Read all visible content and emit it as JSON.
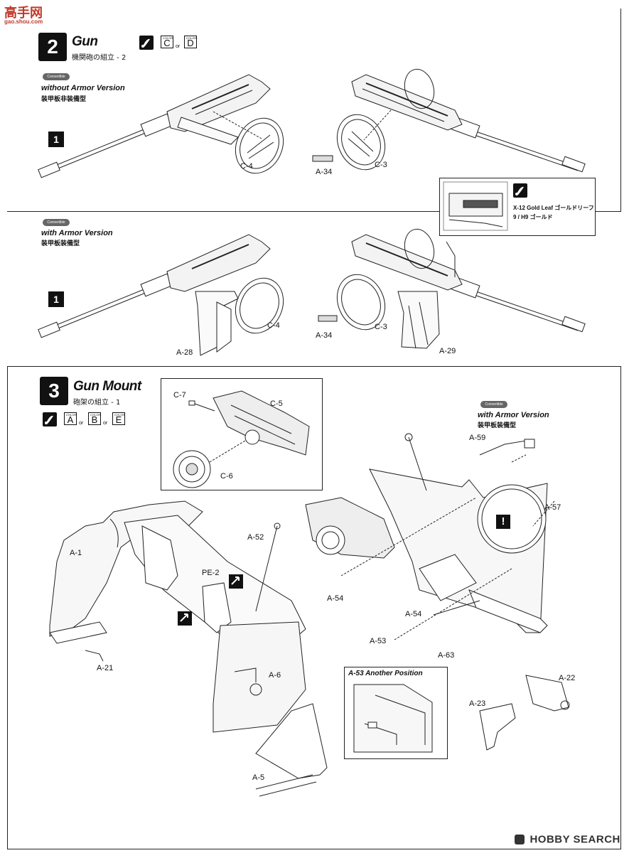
{
  "watermark_top": {
    "text": "高手网",
    "url": "gao.shou.com"
  },
  "watermark_bottom": {
    "brand": "HOBBY SEARCH"
  },
  "step2": {
    "number": "2",
    "title": "Gun",
    "subtitle": "機関砲の組立 - 2",
    "colors": [
      {
        "caption": "COLOR",
        "code": "C"
      },
      {
        "caption": "COLOR",
        "code": "D"
      }
    ],
    "or_text": "or"
  },
  "convertible_badge": "Convertible",
  "without_armor": {
    "title": "without Armor Version",
    "jp": "装甲板非装備型"
  },
  "with_armor": {
    "title": "with Armor Version",
    "jp": "装甲板装備型"
  },
  "substep_1": "1",
  "parts_row1": {
    "c4": "C-4",
    "a34": "A-34",
    "c3": "C-3"
  },
  "parts_row2": {
    "c4": "C-4",
    "a28": "A-28",
    "a34": "A-34",
    "c3": "C-3",
    "a29": "A-29"
  },
  "paint_note": {
    "line1": "X-12 Gold Leaf ゴールドリーフ",
    "line2": "9 / H9 ゴールド"
  },
  "step3": {
    "number": "3",
    "title": "Gun Mount",
    "subtitle": "砲架の組立 - 1",
    "colors": [
      {
        "caption": "COLOR",
        "code": "A"
      },
      {
        "caption": "COLOR",
        "code": "B"
      },
      {
        "caption": "COLOR",
        "code": "E"
      }
    ],
    "or_text": "or"
  },
  "inset1": {
    "c7": "C-7",
    "c5": "C-5",
    "c6": "C-6"
  },
  "step3_with_armor": {
    "title": "with Armor Version",
    "jp": "装甲板装備型"
  },
  "parts_step3": {
    "a59": "A-59",
    "a57": "A-57",
    "a1": "A-1",
    "a52": "A-52",
    "pe2": "PE-2",
    "a54a": "A-54",
    "a54b": "A-54",
    "a53": "A-53",
    "a63": "A-63",
    "a21": "A-21",
    "a6": "A-6",
    "a22": "A-22",
    "a23": "A-23",
    "a5": "A-5"
  },
  "warning_mark": "!",
  "inset2": {
    "title": "A-53 Another Position"
  }
}
